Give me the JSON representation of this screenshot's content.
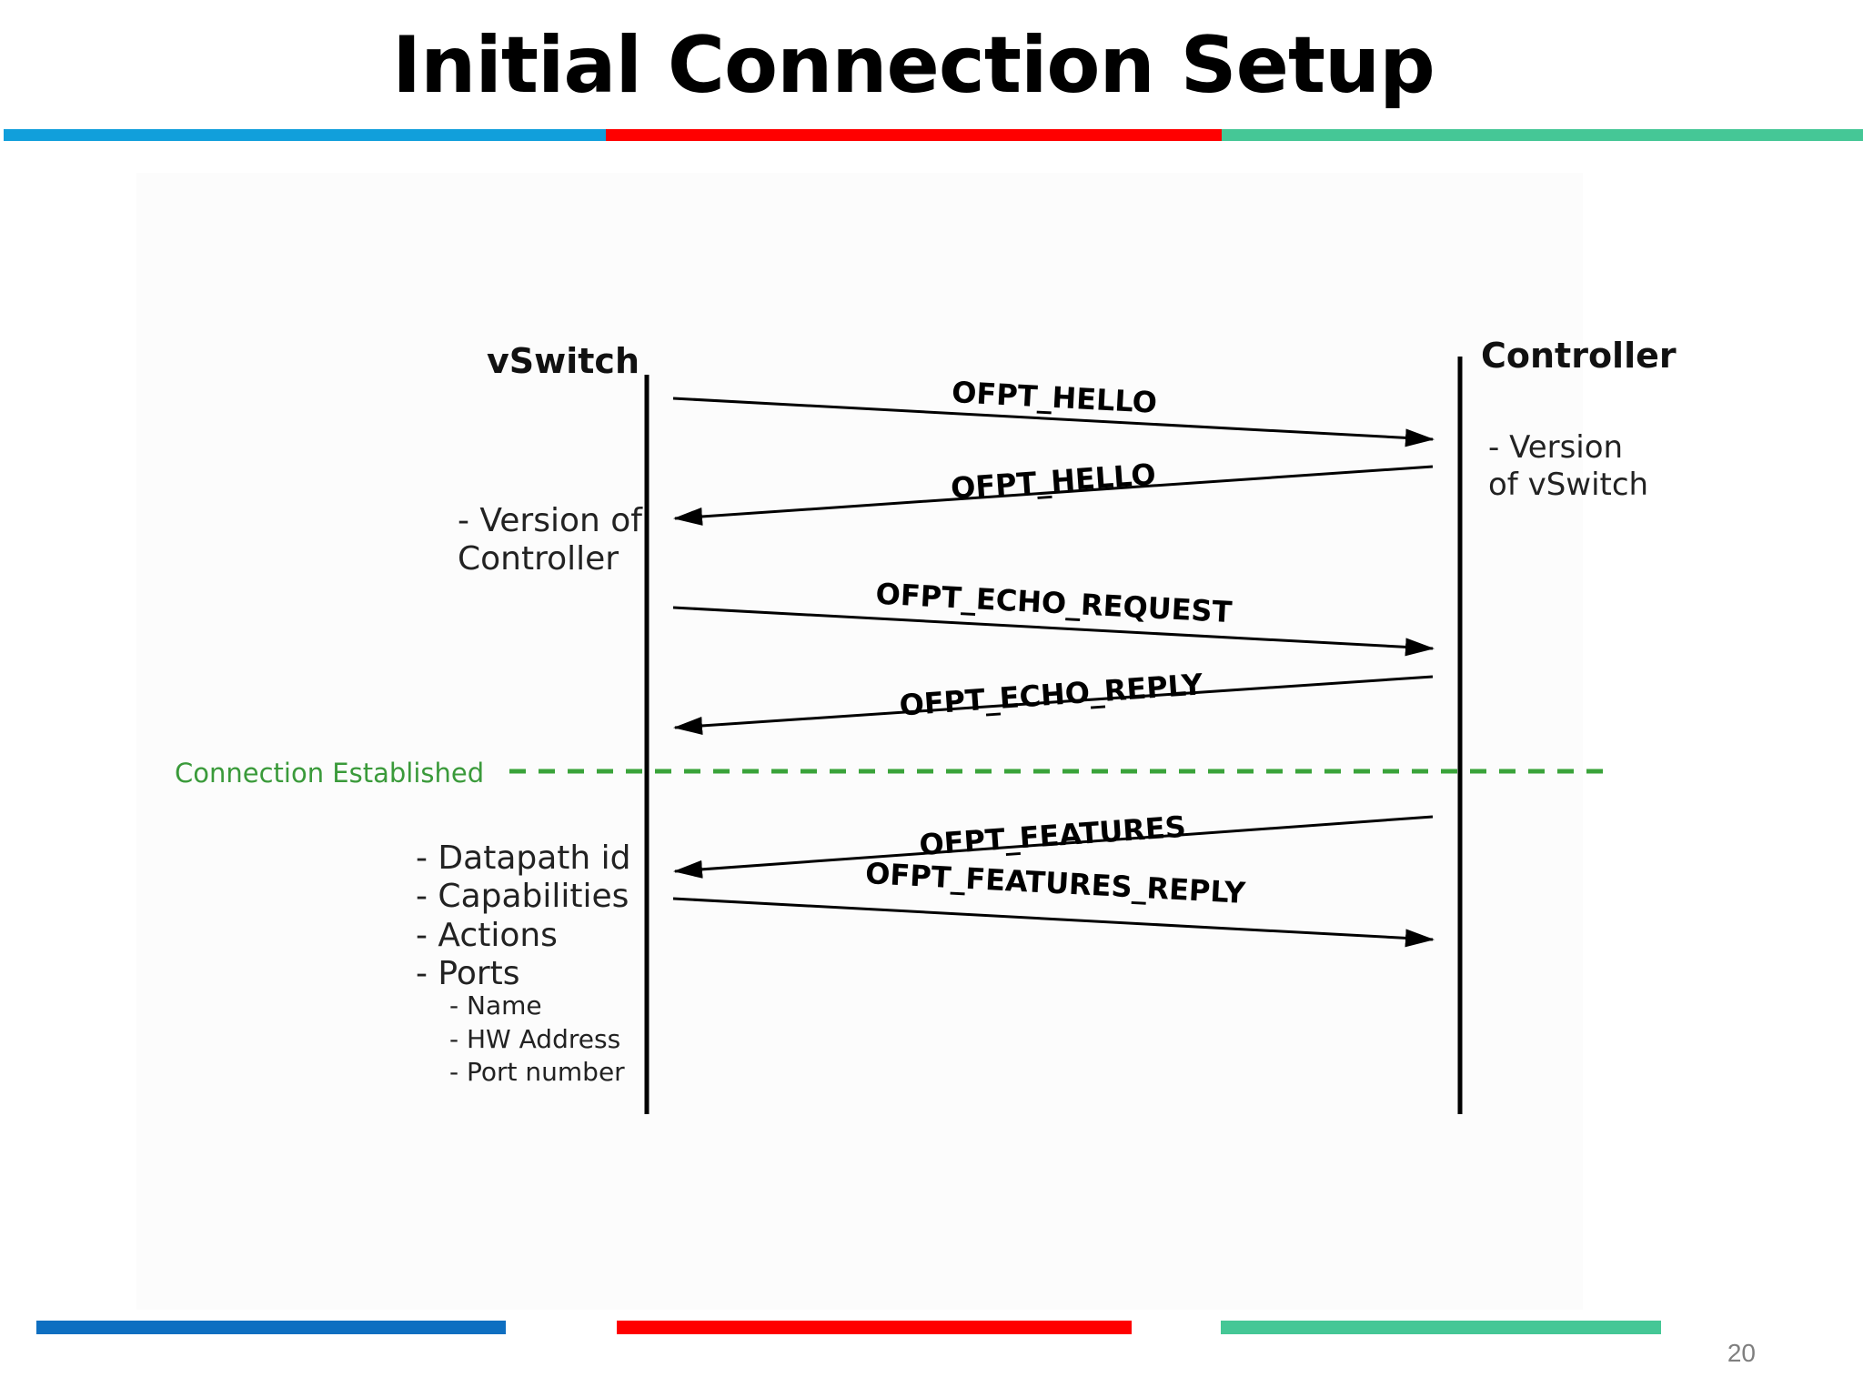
{
  "slide": {
    "title": "Initial Connection Setup",
    "page_number": "20",
    "accent_colors": {
      "blue": "#119fdb",
      "red": "#ff0000",
      "green": "#45c796"
    }
  },
  "diagram": {
    "left_entity": "vSwitch",
    "right_entity": "Controller",
    "messages": [
      {
        "label": "OFPT_HELLO",
        "direction": "vSwitch→Controller"
      },
      {
        "label": "OFPT_HELLO",
        "direction": "Controller→vSwitch"
      },
      {
        "label": "OFPT_ECHO_REQUEST",
        "direction": "vSwitch→Controller"
      },
      {
        "label": "OFPT_ECHO_REPLY",
        "direction": "Controller→vSwitch"
      },
      {
        "label": "OFPT_FEATURES",
        "direction": "Controller→vSwitch"
      },
      {
        "label": "OFPT_FEATURES_REPLY",
        "direction": "vSwitch→Controller"
      }
    ],
    "connection_label": "Connection Established",
    "connection_color": "#2e9b2e",
    "right_note": [
      "- Version",
      "of vSwitch"
    ],
    "left_note": [
      "- Version of",
      "Controller"
    ],
    "features_list": [
      "- Datapath id",
      "- Capabilities",
      "- Actions",
      "- Ports"
    ],
    "ports_sublist": [
      "- Name",
      "- HW Address",
      "- Port number"
    ]
  }
}
